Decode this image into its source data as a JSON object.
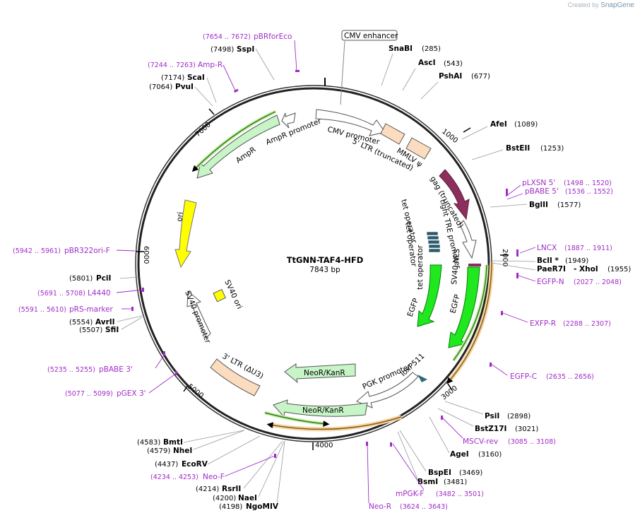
{
  "app": {
    "credit_prefix": "Created by",
    "credit_brand": "SnapGene"
  },
  "plasmid": {
    "name": "TtGNN-TAF4-HFD",
    "length": "7843 bp"
  },
  "ticks": [
    "1000",
    "2000",
    "3000",
    "4000",
    "5000",
    "6000",
    "7000"
  ],
  "enzymes": [
    {
      "name": "SnaBI",
      "pos": "(285)"
    },
    {
      "name": "AscI",
      "pos": "(543)"
    },
    {
      "name": "PshAI",
      "pos": "(677)"
    },
    {
      "name": "AfeI",
      "pos": "(1089)"
    },
    {
      "name": "BstEII",
      "pos": "(1253)"
    },
    {
      "name": "BglII",
      "pos": "(1577)"
    },
    {
      "name": "BclI *",
      "pos": "(1949)"
    },
    {
      "name": "PaeR7I",
      "sep": "- XhoI",
      "pos": "(1955)"
    },
    {
      "name": "PsiI",
      "pos": "(2898)"
    },
    {
      "name": "BstZ17I",
      "pos": "(3021)"
    },
    {
      "name": "AgeI",
      "pos": "(3160)"
    },
    {
      "name": "BspEI",
      "pos": "(3469)"
    },
    {
      "name": "BsmI",
      "pos": "(3481)"
    },
    {
      "name": "NgoMIV",
      "pos": "(4198)"
    },
    {
      "name": "NaeI",
      "pos": "(4200)"
    },
    {
      "name": "RsrII",
      "pos": "(4214)"
    },
    {
      "name": "EcoRV",
      "pos": "(4437)"
    },
    {
      "name": "NheI",
      "pos": "(4579)"
    },
    {
      "name": "BmtI",
      "pos": "(4583)"
    },
    {
      "name": "SfiI",
      "pos": "(5507)"
    },
    {
      "name": "AvrII",
      "pos": "(5554)"
    },
    {
      "name": "PciI",
      "pos": "(5801)"
    },
    {
      "name": "PvuI",
      "pos": "(7064)"
    },
    {
      "name": "ScaI",
      "pos": "(7174)"
    },
    {
      "name": "SspI",
      "pos": "(7498)"
    }
  ],
  "primers": [
    {
      "name": "pBRforEco",
      "range": "(7654 .. 7672)"
    },
    {
      "name": "Amp-R",
      "range": "(7244 .. 7263)"
    },
    {
      "name": "pLXSN 5'",
      "range": "(1498 .. 1520)"
    },
    {
      "name": "pBABE 5'",
      "range": "(1536 .. 1552)"
    },
    {
      "name": "LNCX",
      "range": "(1887 .. 1911)"
    },
    {
      "name": "EGFP-N",
      "range": "(2027 .. 2048)"
    },
    {
      "name": "EXFP-R",
      "range": "(2288 .. 2307)"
    },
    {
      "name": "EGFP-C",
      "range": "(2635 .. 2656)"
    },
    {
      "name": "MSCV-rev",
      "range": "(3085 .. 3108)"
    },
    {
      "name": "mPGK-F",
      "range": "(3482 .. 3501)"
    },
    {
      "name": "Neo-R",
      "range": "(3624 .. 3643)"
    },
    {
      "name": "Neo-F",
      "range": "(4234 .. 4253)"
    },
    {
      "name": "pGEX 3'",
      "range": "(5077 .. 5099)"
    },
    {
      "name": "pBABE 3'",
      "range": "(5235 .. 5255)"
    },
    {
      "name": "pRS-marker",
      "range": "(5591 .. 5610)"
    },
    {
      "name": "L4440",
      "range": "(5691 .. 5708)"
    },
    {
      "name": "pBR322ori-F",
      "range": "(5942 .. 5961)"
    }
  ],
  "features": {
    "cmv_enhancer": "CMV enhancer",
    "cmv_promoter": "CMV promoter",
    "ltr5": "5' LTR (truncated)",
    "mmlv": "MMLV ψ",
    "gag": "gag (truncated)",
    "tre": "tight TRE promoter",
    "teto1": "tet operator",
    "teto2": "tet operator",
    "teto3": "tet operator",
    "sv40nls": "SV40 NLS",
    "egfp1": "EGFP",
    "egfp2": "EGFP",
    "loxp": "loxP511",
    "pgk": "PGK promoter",
    "neo1": "NeoR/KanR",
    "neo2": "NeoR/KanR",
    "ltr3": "3' LTR (ΔU3)",
    "sv40p": "SV40 promoter",
    "sv40ori": "SV40 ori",
    "ori": "ori",
    "ampr": "AmpR",
    "amprp": "AmpR promoter"
  },
  "colors": {
    "primer": "#a02cc8",
    "egfp": "#1fe81f",
    "gag": "#8c2f5c",
    "ori": "#ffff00",
    "ampr": "#c8f5c8",
    "neo": "#c8f5c8",
    "ltr": "#fbdcbf",
    "orange_orf": "#e0a050",
    "green_orf": "#2e9b2e"
  }
}
